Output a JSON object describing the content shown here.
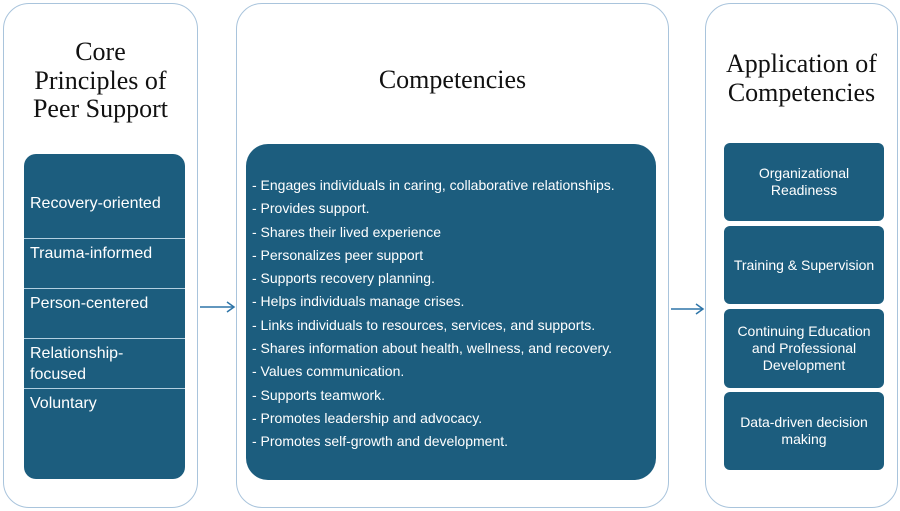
{
  "left_panel": {
    "title": "Core\nPrinciples of\nPeer Support",
    "principles": [
      "Recovery-oriented",
      "Trauma-informed",
      "Person-centered",
      "Relationship-\nfocused",
      "Voluntary"
    ]
  },
  "middle_panel": {
    "title": "Competencies",
    "items": [
      "- Engages individuals in caring, collaborative relationships.",
      "- Provides support.",
      "- Shares their lived experience",
      "- Personalizes peer support",
      "- Supports recovery planning.",
      "- Helps individuals manage crises.",
      "- Links individuals to resources, services, and supports.",
      "- Shares information about health, wellness, and recovery.",
      "- Values communication.",
      "- Supports teamwork.",
      "- Promotes leadership and advocacy.",
      "- Promotes self-growth and development."
    ]
  },
  "right_panel": {
    "title": "Application of\nCompetencies",
    "items": [
      "Organizational\nReadiness",
      "Training & Supervision",
      "Continuing Education\nand Professional\nDevelopment",
      "Data-driven decision\nmaking"
    ]
  },
  "colors": {
    "box_fill": "#1c5d7e",
    "panel_border": "#a9c4dc",
    "arrow": "#2e75a8"
  }
}
